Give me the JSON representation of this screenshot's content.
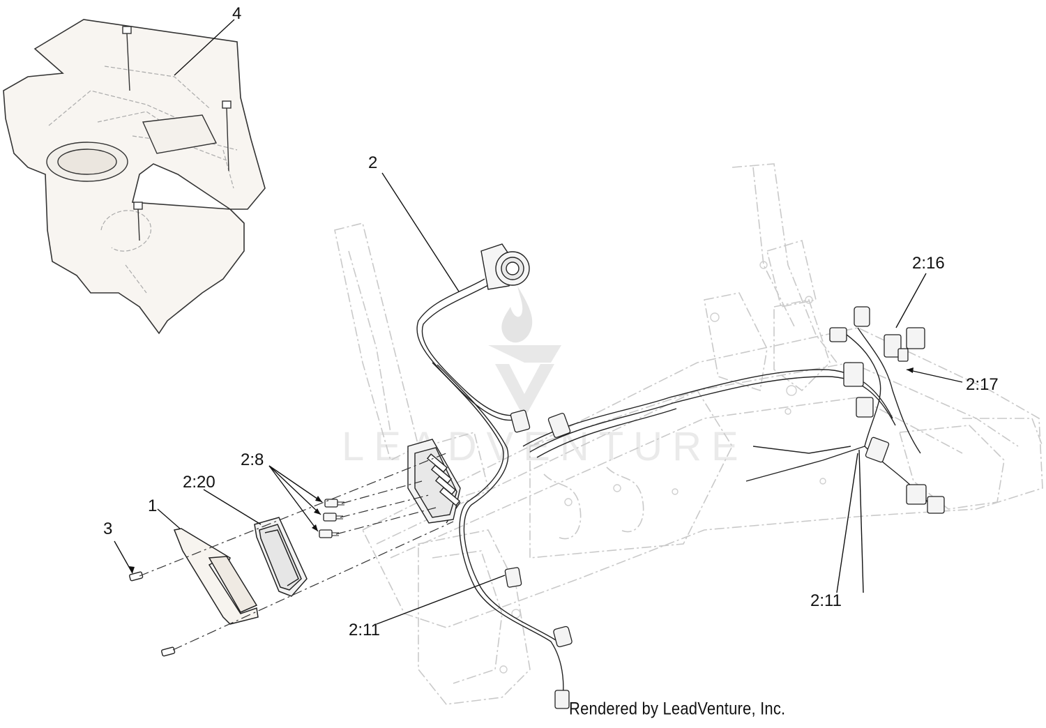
{
  "diagram": {
    "callouts": [
      {
        "id": "c4",
        "text": "4"
      },
      {
        "id": "c2",
        "text": "2"
      },
      {
        "id": "c216",
        "text": "2:16"
      },
      {
        "id": "c217",
        "text": "2:17"
      },
      {
        "id": "c28",
        "text": "2:8"
      },
      {
        "id": "c220",
        "text": "2:20"
      },
      {
        "id": "c1",
        "text": "1"
      },
      {
        "id": "c3",
        "text": "3"
      },
      {
        "id": "c211a",
        "text": "2:11"
      },
      {
        "id": "c211b",
        "text": "2:11"
      }
    ],
    "watermark_text": "LEADVENTURE",
    "credit": "Rendered by LeadVenture, Inc.",
    "colors": {
      "line": "#111111",
      "phantom": "#c8c8c8",
      "part_fill": "#f7f3ee",
      "watermark": "#e4e4e4"
    }
  }
}
